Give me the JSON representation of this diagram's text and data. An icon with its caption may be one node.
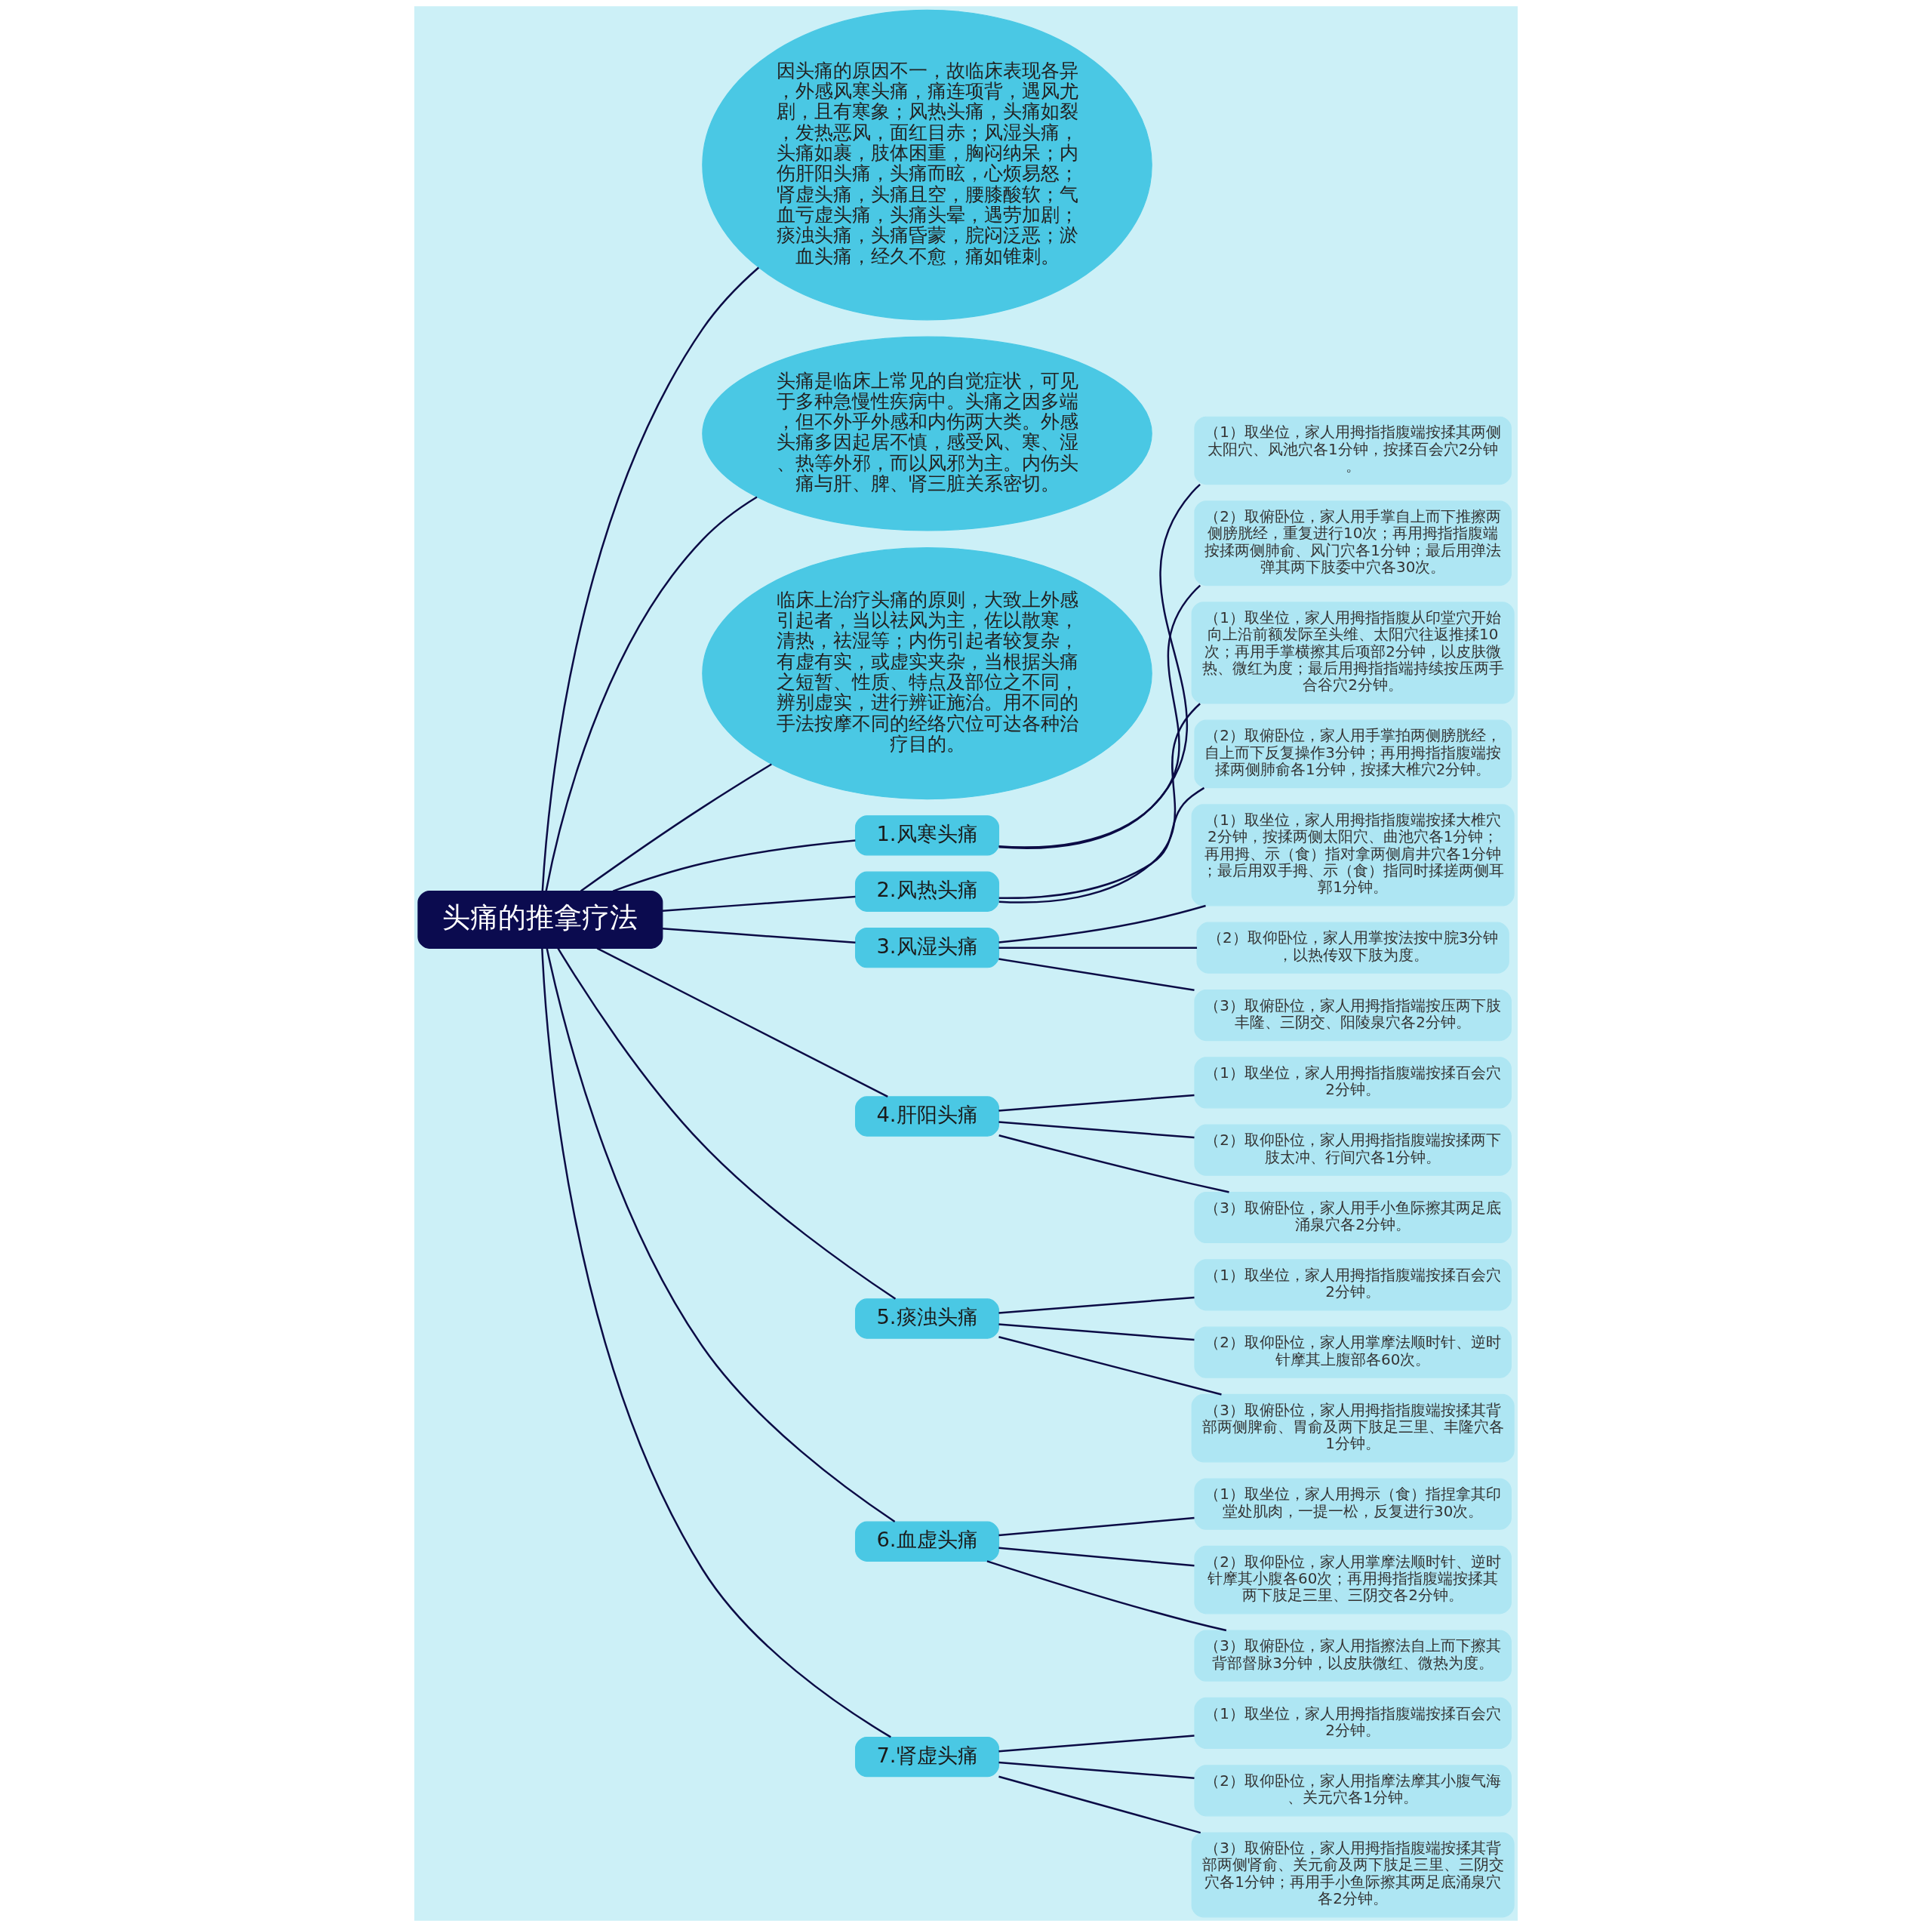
{
  "diagram": {
    "nodes": [
      {
        "text": [
          "头痛的推拿疗法"
        ]
      },
      {
        "text": [
          "因头痛的原因不一，故临床表现各异，外感风寒头痛，痛连项背，遇风尤剧，且有寒象；风热头痛，头痛如裂，发热恶风，面红目赤；风湿头痛，头痛如裹，肢体困重，胸闷纳呆；内伤肝阳头痛，头痛而眩，心烦易怒；肾虚头痛，头痛且空，腰膝酸软；气血亏虚头痛，头痛头晕，遇劳加剧；痰浊头痛，头痛昏蒙，脘闷泛恶；淤血头痛，经久不愈，痛如锥刺。"
        ]
      },
      {
        "text": [
          "头痛是临床上常见的自觉症状，可见于多种急慢性疾病中。头痛之因多端，但不外乎外感和内伤两大类。外感头痛多因起居不慎，感受风、寒、湿、热等外邪，而以风邪为主。内伤头痛与肝、脾、肾三脏关系密切。"
        ]
      },
      {
        "text": [
          "临床上治疗头痛的原则，大致上外感引起者，当以祛风为主，佐以散寒，清热，祛湿等；内伤引起者较复杂，有虚有实，或虚实夹杂，当根据头痛之短暂、性质、特点及部位之不同，辨别虚实，进行辨证施治。用不同的手法按摩不同的经络穴位可达各种治疗目的。"
        ]
      },
      {
        "text": [
          "1.风寒头痛"
        ]
      },
      {
        "text": [
          "（1）取坐位，家人用拇指指腹端按揉其两侧太阳穴、风池穴各1分钟，按揉百会穴2分钟。"
        ]
      },
      {
        "text": [
          "（2）取俯卧位，家人用手掌自上而下推擦两侧膀胱经，重复进行10次；再用拇指指腹端按揉两侧肺俞、风门穴各1分钟；最后用弹法弹其两下肢委中穴各30次。"
        ]
      },
      {
        "text": [
          "2.风热头痛"
        ]
      },
      {
        "text": [
          "（1）取坐位，家人用拇指指腹从印堂穴开始向上沿前额发际至头维、太阳穴往返推揉10次；再用手掌横擦其后项部2分钟，以皮肤微热、微红为度；最后用拇指指端持续按压两手合谷穴2分钟。"
        ]
      },
      {
        "text": [
          "（2）取俯卧位，家人用手掌拍两侧膀胱经，自上而下反复操作3分钟；再用拇指指腹端按揉两侧肺俞各1分钟，按揉大椎穴2分钟。"
        ]
      },
      {
        "text": [
          "3.风湿头痛"
        ]
      },
      {
        "text": [
          "（1）取坐位，家人用拇指指腹端按揉大椎穴2分钟，按揉两侧太阳穴、曲池穴各1分钟；再用拇、示（食）指对拿两侧肩井穴各1分钟；最后用双手拇、示（食）指同时揉搓两侧耳郭1分钟。"
        ]
      },
      {
        "text": [
          "（2）取仰卧位，家人用掌按法按中脘3分钟，以热传双下肢为度。"
        ]
      },
      {
        "text": [
          "（3）取俯卧位，家人用拇指指端按压两下肢丰隆、三阴交、阳陵泉穴各2分钟。"
        ]
      },
      {
        "text": [
          "4.肝阳头痛"
        ]
      },
      {
        "text": [
          "（1）取坐位，家人用拇指指腹端按揉百会穴2分钟。"
        ]
      },
      {
        "text": [
          "（2）取仰卧位，家人用拇指指腹端按揉两下肢太冲、行间穴各1分钟。"
        ]
      },
      {
        "text": [
          "（3）取俯卧位，家人用手小鱼际擦其两足底涌泉穴各2分钟。"
        ]
      },
      {
        "text": [
          "5.痰浊头痛"
        ]
      },
      {
        "text": [
          "（1）取坐位，家人用拇指指腹端按揉百会穴2分钟。"
        ]
      },
      {
        "text": [
          "（2）取仰卧位，家人用掌摩法顺时针、逆时针摩其上腹部各60次。"
        ]
      },
      {
        "text": [
          "（3）取俯卧位，家人用拇指指腹端按揉其背部两侧脾俞、胃俞及两下肢足三里、丰隆穴各1分钟。"
        ]
      },
      {
        "text": [
          "6.血虚头痛"
        ]
      },
      {
        "text": [
          "（1）取坐位，家人用拇示（食）指捏拿其印堂处肌肉，一提一松，反复进行30次。"
        ]
      },
      {
        "text": [
          "（2）取仰卧位，家人用掌摩法顺时针、逆时针摩其小腹各60次；再用拇指指腹端按揉其两下肢足三里、三阴交各2分钟。"
        ]
      },
      {
        "text": [
          "（3）取俯卧位，家人用指擦法自上而下擦其背部督脉3分钟，以皮肤微红、微热为度。"
        ]
      },
      {
        "text": [
          "7.肾虚头痛"
        ]
      },
      {
        "text": [
          "（1）取坐位，家人用拇指指腹端按揉百会穴2分钟。"
        ]
      },
      {
        "text": [
          "（2）取仰卧位，家人用指摩法摩其小腹气海、关元穴各1分钟。"
        ]
      },
      {
        "text": [
          "（3）取俯卧位，家人用拇指指腹端按揉其背部两侧肾俞、关元俞及两下肢足三里、三阴交穴各1分钟；再用手小鱼际擦其两足底涌泉穴各2分钟。"
        ]
      }
    ],
    "edges": [
      {
        "from": 0,
        "to": 1,
        "arrow": "none"
      },
      {
        "from": 0,
        "to": 2,
        "arrow": "none"
      },
      {
        "from": 0,
        "to": 3,
        "arrow": "none"
      },
      {
        "from": 0,
        "to": 4,
        "arrow": "none"
      },
      {
        "from": 4,
        "to": 5,
        "arrow": "none"
      },
      {
        "from": 4,
        "to": 6,
        "arrow": "none"
      },
      {
        "from": 0,
        "to": 7,
        "arrow": "none"
      },
      {
        "from": 7,
        "to": 8,
        "arrow": "none"
      },
      {
        "from": 7,
        "to": 9,
        "arrow": "none"
      },
      {
        "from": 0,
        "to": 10,
        "arrow": "none"
      },
      {
        "from": 10,
        "to": 11,
        "arrow": "none"
      },
      {
        "from": 10,
        "to": 12,
        "arrow": "none"
      },
      {
        "from": 10,
        "to": 13,
        "arrow": "none"
      },
      {
        "from": 0,
        "to": 14,
        "arrow": "none"
      },
      {
        "from": 14,
        "to": 15,
        "arrow": "none"
      },
      {
        "from": 14,
        "to": 16,
        "arrow": "none"
      },
      {
        "from": 14,
        "to": 17,
        "arrow": "none"
      },
      {
        "from": 0,
        "to": 18,
        "arrow": "none"
      },
      {
        "from": 18,
        "to": 19,
        "arrow": "none"
      },
      {
        "from": 18,
        "to": 20,
        "arrow": "none"
      },
      {
        "from": 18,
        "to": 21,
        "arrow": "none"
      },
      {
        "from": 0,
        "to": 22,
        "arrow": "none"
      },
      {
        "from": 22,
        "to": 23,
        "arrow": "none"
      },
      {
        "from": 22,
        "to": 24,
        "arrow": "none"
      },
      {
        "from": 22,
        "to": 25,
        "arrow": "none"
      },
      {
        "from": 0,
        "to": 26,
        "arrow": "none"
      },
      {
        "from": 26,
        "to": 27,
        "arrow": "none"
      },
      {
        "from": 26,
        "to": 28,
        "arrow": "none"
      },
      {
        "from": 26,
        "to": 29,
        "arrow": "none"
      }
    ]
  }
}
